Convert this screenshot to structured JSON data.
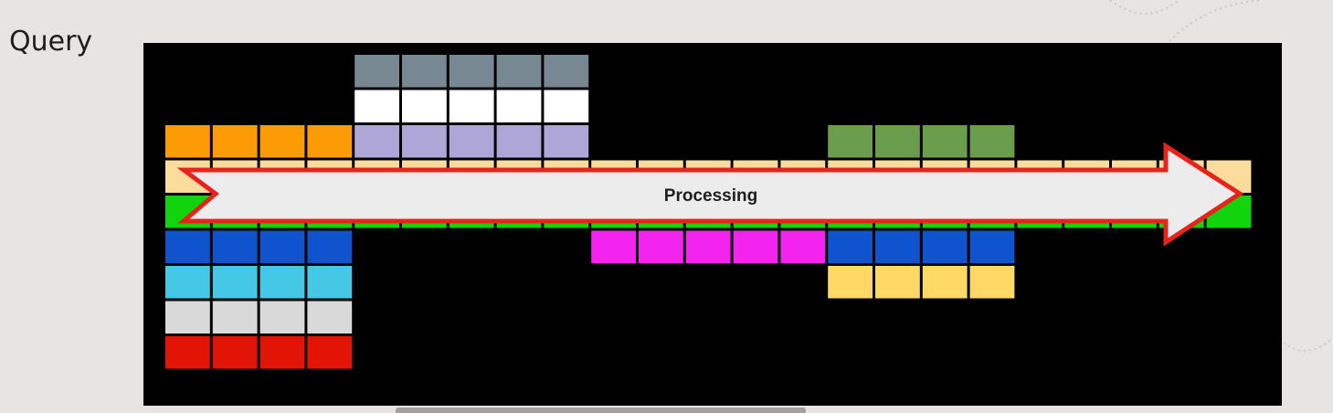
{
  "slide": {
    "title": "Query",
    "arrow_label": "Processing"
  },
  "colors": {
    "background": "#e8e4e1",
    "panel": "#000000",
    "arrow_fill": "#ececec",
    "arrow_outline": "#e8231c",
    "cell_palette": {
      "slate": "#778893",
      "white": "#ffffff",
      "lavender": "#aea6d6",
      "orange": "#fd9b05",
      "wheat": "#fbdc9c",
      "green": "#11d40d",
      "blue": "#0f53cf",
      "cyan": "#45c8e6",
      "lightgray": "#d9d9d9",
      "red": "#e11406",
      "magenta": "#f323f0",
      "olive": "#6b9e4c",
      "yellow": "#fed966"
    }
  },
  "blocks": [
    {
      "color": "slate",
      "row": 0,
      "col_start": 4,
      "count": 5
    },
    {
      "color": "white",
      "row": 1,
      "col_start": 4,
      "count": 5
    },
    {
      "color": "orange",
      "row": 2,
      "col_start": 0,
      "count": 4
    },
    {
      "color": "lavender",
      "row": 2,
      "col_start": 4,
      "count": 5
    },
    {
      "color": "olive",
      "row": 2,
      "col_start": 14,
      "count": 4
    },
    {
      "color": "wheat",
      "row": 3,
      "col_start": 0,
      "count": 23
    },
    {
      "color": "green",
      "row": 4,
      "col_start": 0,
      "count": 23
    },
    {
      "color": "blue",
      "row": 5,
      "col_start": 0,
      "count": 4
    },
    {
      "color": "magenta",
      "row": 5,
      "col_start": 9,
      "count": 5
    },
    {
      "color": "blue",
      "row": 5,
      "col_start": 14,
      "count": 4
    },
    {
      "color": "cyan",
      "row": 6,
      "col_start": 0,
      "count": 4
    },
    {
      "color": "yellow",
      "row": 6,
      "col_start": 14,
      "count": 4
    },
    {
      "color": "lightgray",
      "row": 7,
      "col_start": 0,
      "count": 4
    },
    {
      "color": "red",
      "row": 8,
      "col_start": 0,
      "count": 4
    }
  ]
}
